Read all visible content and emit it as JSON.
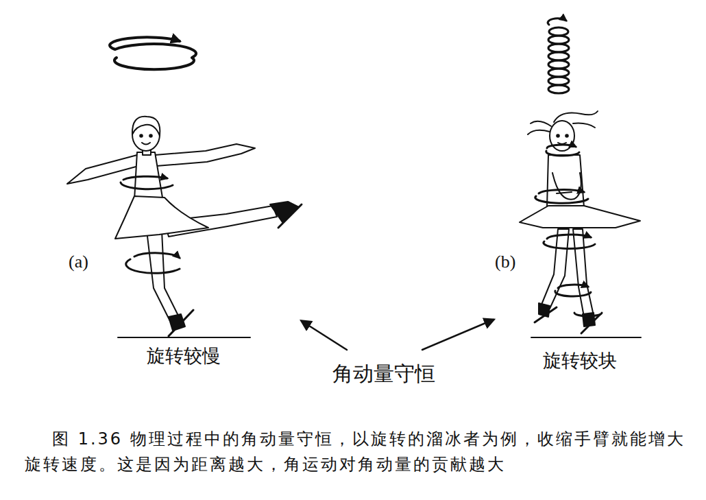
{
  "diagram": {
    "caption": "图 1.36 物理过程中的角动量守恒，以旋转的溜冰者为例，收缩手臂就能增大 旋转速度。这是因为距离越大，角运动对角动量的贡献越大",
    "labels": [
      "(a)",
      "(b)",
      "旋转较慢",
      "角动量守恒",
      "旋转较块"
    ]
  }
}
